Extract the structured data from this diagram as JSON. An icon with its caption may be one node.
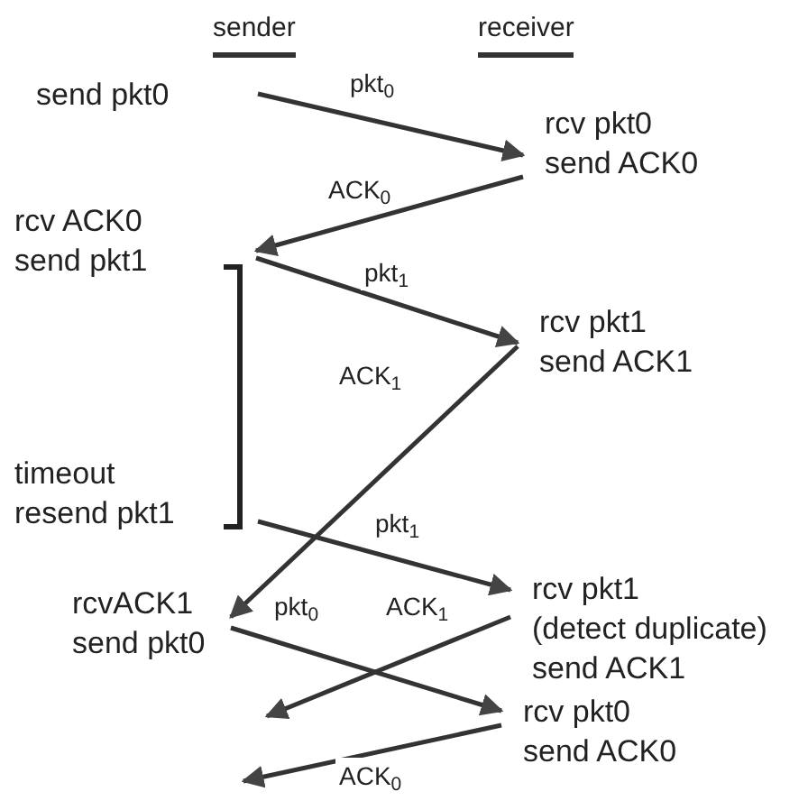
{
  "diagram": {
    "nodes": [
      {
        "text": [
          "send pkt0"
        ]
      },
      {
        "text": [
          "rcv pkt0",
          "send ACK0"
        ]
      },
      {
        "text": [
          "rcv ACK0",
          "send pkt1"
        ]
      },
      {
        "text": [
          "rcv pkt1",
          "send ACK1"
        ]
      },
      {
        "text": [
          "timeout",
          "resend pkt1"
        ]
      },
      {
        "text": [
          "rcvACK1",
          "send pkt0"
        ]
      },
      {
        "text": [
          "rcv pkt1",
          "(detect duplicate)",
          "send ACK1"
        ]
      },
      {
        "text": [
          "rcv pkt0",
          "send ACK0"
        ]
      }
    ],
    "edges": [
      {
        "from": 0,
        "to": 1,
        "arrow": "to",
        "label": "pkt$_{0}$"
      },
      {
        "from": 1,
        "to": 2,
        "arrow": "to",
        "label": "ACK$_{0}$"
      },
      {
        "from": 2,
        "to": 3,
        "arrow": "to",
        "label": "pkt$_{1}$"
      },
      {
        "from": 3,
        "to": 5,
        "arrow": "to",
        "label": "ACK$_{1}$"
      },
      {
        "from": 4,
        "to": 6,
        "arrow": "to",
        "label": "pkt$_{1}$"
      },
      {
        "from": 5,
        "to": 7,
        "arrow": "to",
        "label": "pkt$_{0}$"
      },
      {
        "from": 6,
        "to": null,
        "arrow": "to",
        "label": "ACK$_{1}$"
      },
      {
        "from": 7,
        "to": null,
        "arrow": "to",
        "label": "ACK$_{0}$"
      }
    ],
    "labels": [
      "sender",
      "receiver"
    ]
  }
}
